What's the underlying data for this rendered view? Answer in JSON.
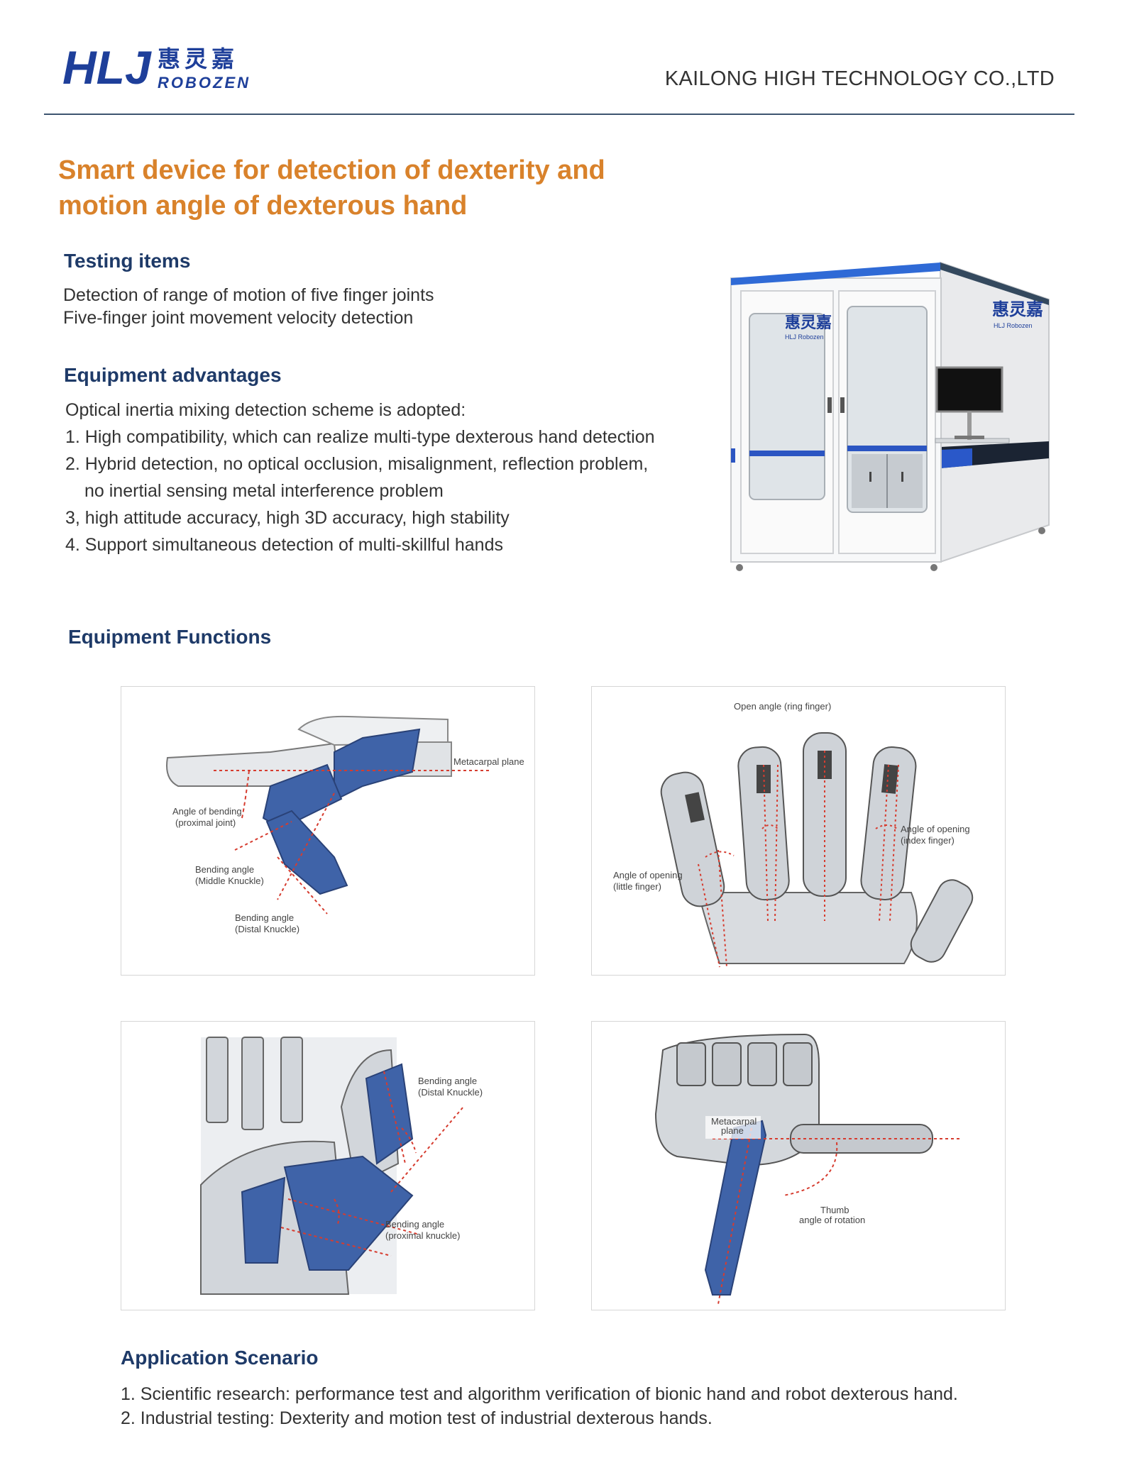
{
  "header": {
    "logo_letters": "HLJ",
    "logo_chinese": "惠灵嘉",
    "logo_sub": "ROBOZEN",
    "company": "KAILONG HIGH TECHNOLOGY CO.,LTD"
  },
  "title": {
    "line1": "Smart device for detection of dexterity and",
    "line2": "motion angle of dexterous hand"
  },
  "testing": {
    "heading": "Testing items",
    "items": [
      "Detection of range of motion of five finger joints",
      "Five-finger joint movement velocity detection"
    ]
  },
  "advantages": {
    "heading": "Equipment advantages",
    "intro": "Optical inertia mixing detection scheme is adopted:",
    "items": [
      "1. High compatibility, which can realize multi-type dexterous hand detection",
      "2. Hybrid detection, no optical occlusion, misalignment, reflection problem,",
      "no inertial sensing metal interference problem",
      "3, high attitude accuracy, high 3D accuracy, high stability",
      "4. Support simultaneous detection of multi-skillful hands"
    ]
  },
  "machine": {
    "brand_chinese": "惠灵嘉",
    "brand_small": "HLJ Robozen"
  },
  "functions": {
    "heading": "Equipment Functions",
    "panel1": {
      "metacarpal": "Metacarpal plane",
      "bend_proximal_1": "Angle of bending",
      "bend_proximal_2": "(proximal joint)",
      "bend_middle_1": "Bending angle",
      "bend_middle_2": "(Middle Knuckle)",
      "bend_distal_1": "Bending angle",
      "bend_distal_2": "(Distal Knuckle)"
    },
    "panel2": {
      "open_ring": "Open angle (ring finger)",
      "open_index_1": "Angle of opening",
      "open_index_2": "(index finger)",
      "open_little_1": "Angle of opening",
      "open_little_2": "(little finger)"
    },
    "panel3": {
      "distal_1": "Bending angle",
      "distal_2": "(Distal Knuckle)",
      "proximal_1": "Bending angle",
      "proximal_2": "(proximal knuckle)"
    },
    "panel4": {
      "metacarpal_1": "Metacarpal",
      "metacarpal_2": "plane",
      "thumb_1": "Thumb",
      "thumb_2": "angle of rotation"
    }
  },
  "application": {
    "heading": "Application Scenario",
    "items": [
      "1. Scientific research: performance test and algorithm verification of bionic hand and robot dexterous hand.",
      "2. Industrial testing: Dexterity and motion test of industrial dexterous hands."
    ]
  },
  "colors": {
    "brand_blue": "#1e3f9a",
    "title_orange": "#d9822b",
    "heading_navy": "#1e3a68",
    "hand_blue": "#3f63a8",
    "dashed_red": "#d63c2f"
  }
}
